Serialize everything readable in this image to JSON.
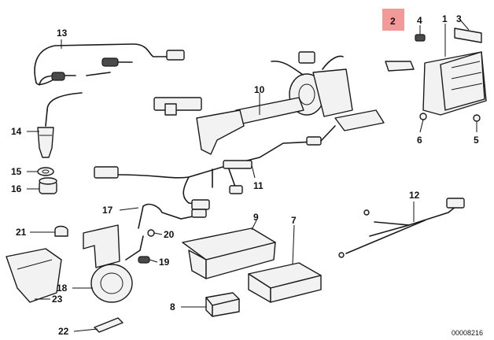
{
  "diagram": {
    "callouts": {
      "c1": "1",
      "c2": "2",
      "c3": "3",
      "c4": "4",
      "c5": "5",
      "c6": "6",
      "c7": "7",
      "c8": "8",
      "c9": "9",
      "c10": "10",
      "c11": "11",
      "c12": "12",
      "c13": "13",
      "c14": "14",
      "c15": "15",
      "c16": "16",
      "c17": "17",
      "c18": "18",
      "c19": "19",
      "c20": "20",
      "c21": "21",
      "c22": "22",
      "c23": "23"
    },
    "highlight_color": "#f29a9a",
    "document_number": "00008216"
  }
}
